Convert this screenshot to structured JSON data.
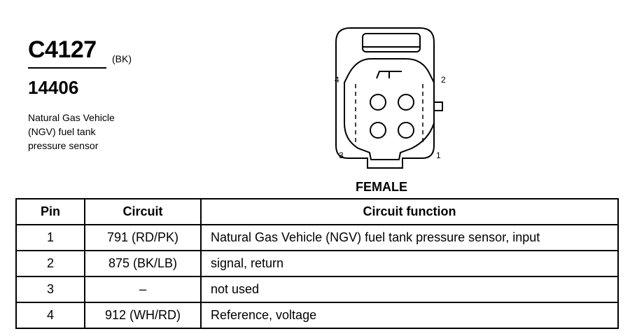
{
  "header": {
    "connector_code": "C4127",
    "color_code": "(BK)",
    "part_number": "14406",
    "description_lines": [
      "Natural Gas Vehicle",
      "(NGV) fuel tank",
      "pressure sensor"
    ]
  },
  "connector": {
    "pin_labels": {
      "p1": "1",
      "p2": "2",
      "p3": "3",
      "p4": "4"
    },
    "gender": "FEMALE"
  },
  "table": {
    "headers": {
      "pin": "Pin",
      "circuit": "Circuit",
      "function": "Circuit function"
    },
    "rows": [
      {
        "pin": "1",
        "circuit": "791 (RD/PK)",
        "function": "Natural Gas Vehicle (NGV) fuel tank pressure sensor, input"
      },
      {
        "pin": "2",
        "circuit": "875 (BK/LB)",
        "function": "signal, return"
      },
      {
        "pin": "3",
        "circuit": "–",
        "function": "not used"
      },
      {
        "pin": "4",
        "circuit": "912 (WH/RD)",
        "function": "Reference, voltage"
      }
    ]
  }
}
